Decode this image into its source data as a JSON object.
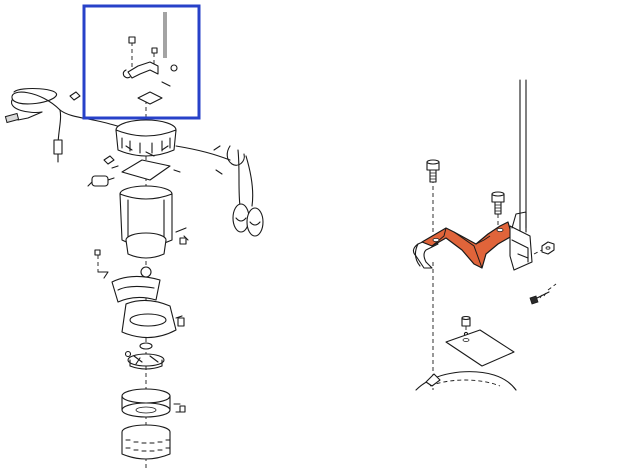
{
  "diagram": {
    "left_view": "exploded-pump-assembly",
    "right_view": "bracket-detail-zoom",
    "colors": {
      "line": "#1a1a1a",
      "highlight_frame": "#2741c9",
      "highlight_part": "#e0643a",
      "background": "#ffffff"
    },
    "highlighted_part_icon": "motor-mounting-bracket"
  }
}
